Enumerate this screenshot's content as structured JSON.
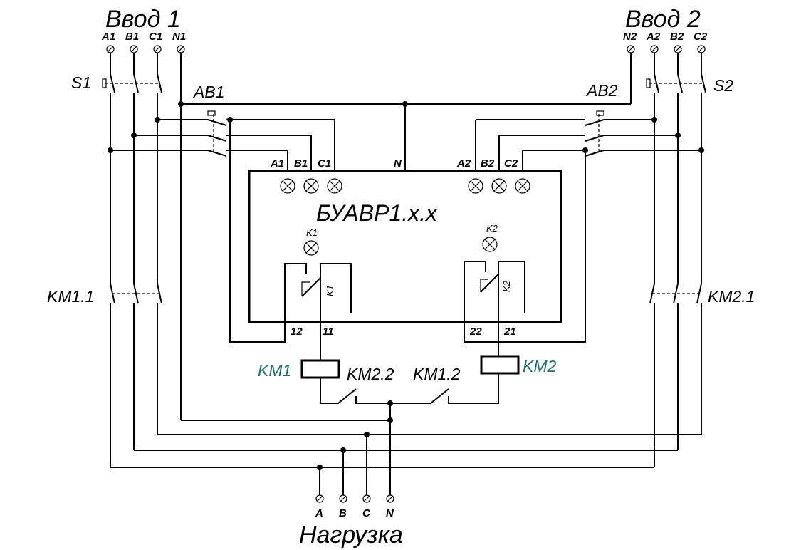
{
  "input1": {
    "title": "Ввод 1",
    "terminals": [
      "A1",
      "B1",
      "C1",
      "N1"
    ],
    "switch": "S1",
    "breaker": "AB1",
    "contactor_contacts": "KM1.1"
  },
  "input2": {
    "title": "Ввод 2",
    "terminals": [
      "N2",
      "A2",
      "B2",
      "C2"
    ],
    "switch": "S2",
    "breaker": "AB2",
    "contactor_contacts": "KM2.1"
  },
  "unit": {
    "name": "БУАВР1.x.x",
    "inputs_left": [
      "A1",
      "B1",
      "C1"
    ],
    "neutral": "N",
    "inputs_right": [
      "A2",
      "B2",
      "C2"
    ],
    "relay1": "K1",
    "relay2": "K2",
    "relay1_terminals": [
      "12",
      "11"
    ],
    "relay2_terminals": [
      "22",
      "21"
    ]
  },
  "coils": {
    "km1": "KM1",
    "km2": "KM2",
    "interlock1": "KM2.2",
    "interlock2": "KM1.2",
    "coil_label_color": "#1f6f6f"
  },
  "load": {
    "title": "Нагрузка",
    "terminals": [
      "A",
      "B",
      "C",
      "N"
    ]
  }
}
